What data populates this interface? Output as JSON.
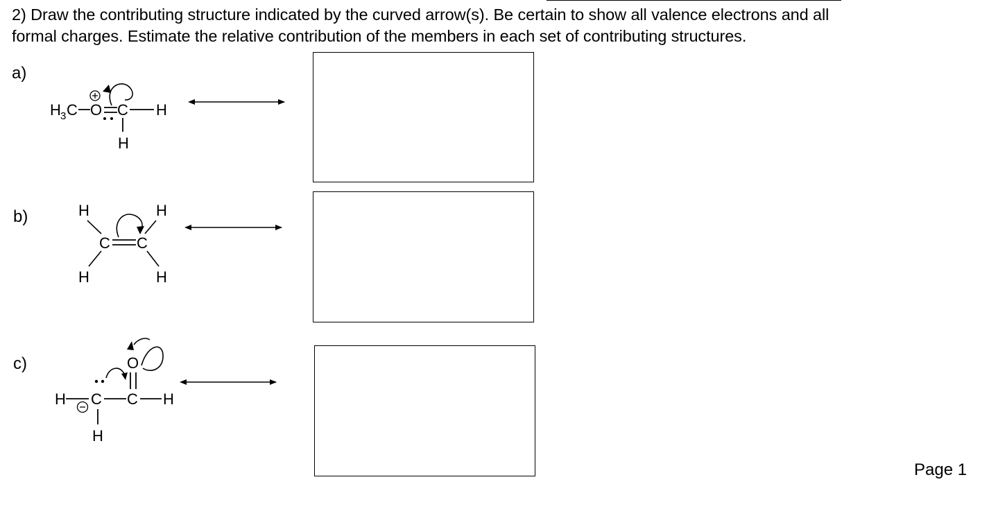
{
  "question": {
    "line1": "2) Draw the contributing structure indicated by the curved arrow(s). Be certain to show all valence electrons and all",
    "line2": "formal charges. Estimate the relative contribution of the members in each set of contributing structures."
  },
  "parts": [
    {
      "label": "a)",
      "structure": "H3C-O(+)=C(H)-H with lone pair on O and curved arrow from C=O pi bond to O"
    },
    {
      "label": "b)",
      "structure": "H2C=CH2 with curved arrow from C=C pi bond"
    },
    {
      "label": "c)",
      "structure": "H-C(-)(H)-C(=O)-H with lone pair on carbanion and curved arrows"
    }
  ],
  "atoms": {
    "H": "H",
    "C": "C",
    "O": "O",
    "H3": "H",
    "sub3": "3",
    "C3": "C",
    "plus": "+",
    "minus": "−"
  },
  "page": {
    "label": "Page 1"
  }
}
